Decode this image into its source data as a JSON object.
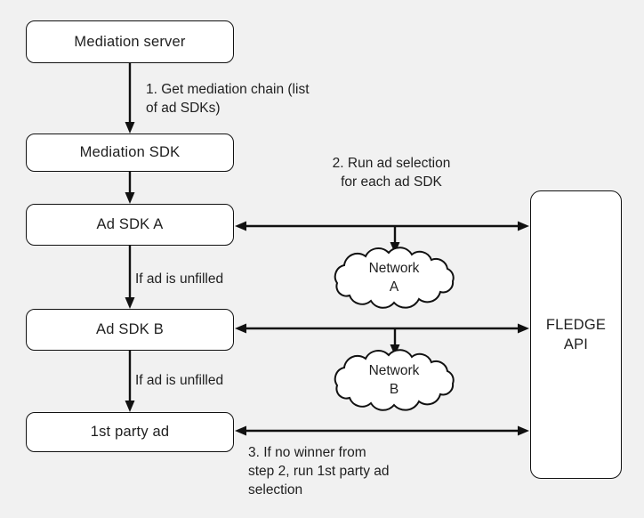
{
  "colors": {
    "background": "#f1f1f1",
    "node-fill": "#ffffff",
    "node-border": "#111111",
    "connector": "#111111",
    "text": "#1f1f1f"
  },
  "diagram": {
    "nodes": {
      "mediation_server": "Mediation server",
      "mediation_sdk": "Mediation SDK",
      "ad_sdk_a": "Ad SDK A",
      "ad_sdk_b": "Ad SDK B",
      "first_party_ad": "1st party ad",
      "fledge_api": "FLEDGE\nAPI"
    },
    "clouds": {
      "network_a": "Network\nA",
      "network_b": "Network\nB"
    },
    "labels": {
      "step1": "1. Get mediation chain (list\nof ad SDKs)",
      "step2": "2. Run ad selection\nfor each ad SDK",
      "step3": "3. If no winner from\nstep 2, run 1st party ad\nselection",
      "unfilled_a": "If ad is unfilled",
      "unfilled_b": "If ad is unfilled"
    }
  }
}
